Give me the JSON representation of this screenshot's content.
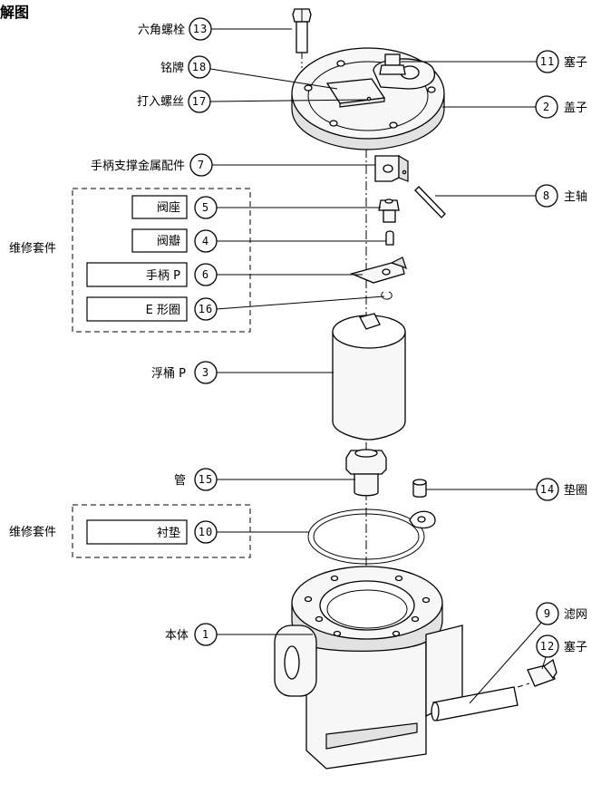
{
  "title": "解图",
  "labels": {
    "hex_bolt": "六角螺栓",
    "nameplate": "铭牌",
    "drive_screw": "打入螺丝",
    "plug_top": "塞子",
    "cover": "盖子",
    "lever_bracket": "手柄支撑金属配件",
    "shaft": "主轴",
    "kit_top": "维修套件",
    "valve_seat": "阀座",
    "valve_disc": "阀瓣",
    "lever": "手柄 P",
    "e_ring": "E 形圈",
    "float": "浮桶 P",
    "pipe": "管",
    "washer": "垫圈",
    "kit_bottom": "维修套件",
    "gasket": "衬垫",
    "body": "本体",
    "screen": "滤网",
    "plug_bottom": "塞子"
  },
  "numbers": {
    "hex_bolt": "13",
    "nameplate": "18",
    "drive_screw": "17",
    "plug_top": "11",
    "cover": "2",
    "lever_bracket": "7",
    "shaft": "8",
    "valve_seat": "5",
    "valve_disc": "4",
    "lever": "6",
    "e_ring": "16",
    "float": "3",
    "pipe": "15",
    "washer": "14",
    "gasket": "10",
    "body": "1",
    "screen": "9",
    "plug_bottom": "12"
  }
}
